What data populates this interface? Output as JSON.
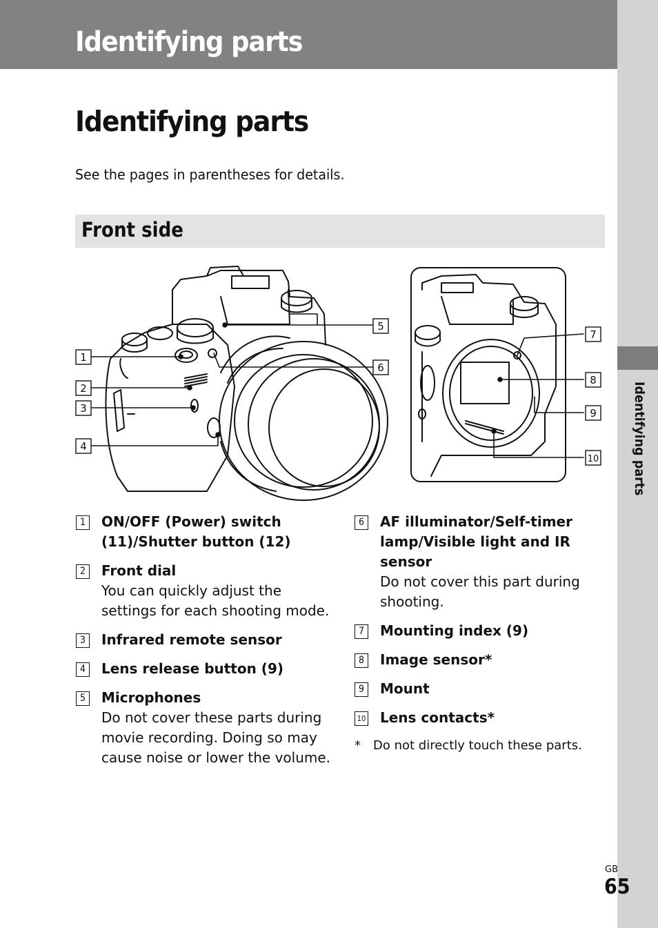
{
  "header": {
    "title": "Identifying parts"
  },
  "sidebar": {
    "label": "Identifying parts"
  },
  "page": {
    "title": "Identifying parts",
    "intro": "See the pages in parentheses for details.",
    "section": "Front side",
    "gb": "GB",
    "number": "65"
  },
  "callouts": [
    "1",
    "2",
    "3",
    "4",
    "5",
    "6",
    "7",
    "8",
    "9",
    "10"
  ],
  "items_left": [
    {
      "num": "1",
      "title": "ON/OFF (Power) switch (11)/Shutter button (12)",
      "desc": ""
    },
    {
      "num": "2",
      "title": "Front dial",
      "desc": "You can quickly adjust the settings for each shooting mode."
    },
    {
      "num": "3",
      "title": "Infrared remote sensor",
      "desc": ""
    },
    {
      "num": "4",
      "title": "Lens release button (9)",
      "desc": ""
    },
    {
      "num": "5",
      "title": "Microphones",
      "desc": "Do not cover these parts during movie recording. Doing so may cause noise or lower the volume."
    }
  ],
  "items_right": [
    {
      "num": "6",
      "title": "AF illuminator/Self-timer lamp/Visible light and IR sensor",
      "desc": "Do not cover this part during shooting."
    },
    {
      "num": "7",
      "title": "Mounting index (9)",
      "desc": ""
    },
    {
      "num": "8",
      "title": "Image sensor*",
      "desc": ""
    },
    {
      "num": "9",
      "title": "Mount",
      "desc": ""
    },
    {
      "num": "10",
      "title": "Lens contacts*",
      "desc": ""
    }
  ],
  "footnote": {
    "mark": "*",
    "text": "Do not directly touch these parts."
  }
}
